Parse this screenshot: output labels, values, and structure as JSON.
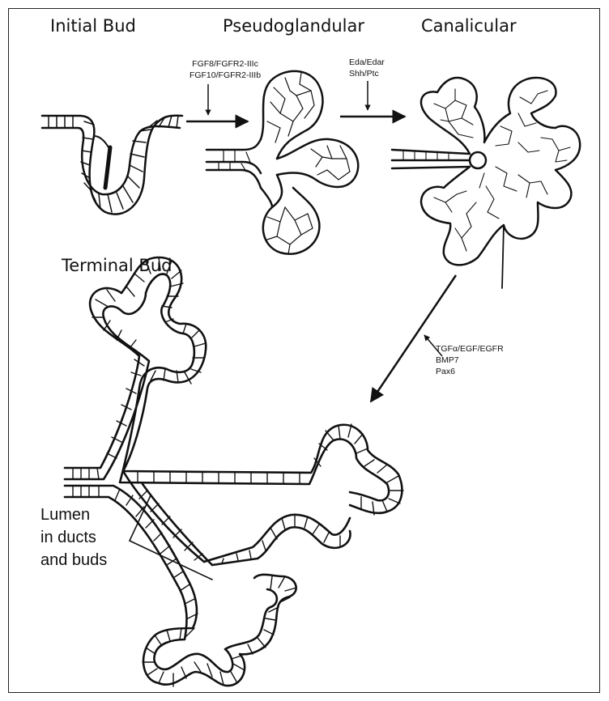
{
  "stages": {
    "initial": "Initial Bud",
    "pseudo": "Pseudoglandular",
    "canalicular": "Canalicular",
    "terminal": "Terminal Bud"
  },
  "signals": {
    "step1": [
      "FGF8/FGFR2-IIIc",
      "FGF10/FGFR2-IIIb"
    ],
    "step2": [
      "Eda/Edar",
      "Shh/Ptc"
    ],
    "step3": [
      "TGFα/EGF/EGFR",
      "BMP7",
      "Pax6"
    ]
  },
  "callout": [
    "Lumen",
    "in ducts",
    "and buds"
  ],
  "colors": {
    "line": "#1a1a1a",
    "background": "#ffffff"
  }
}
